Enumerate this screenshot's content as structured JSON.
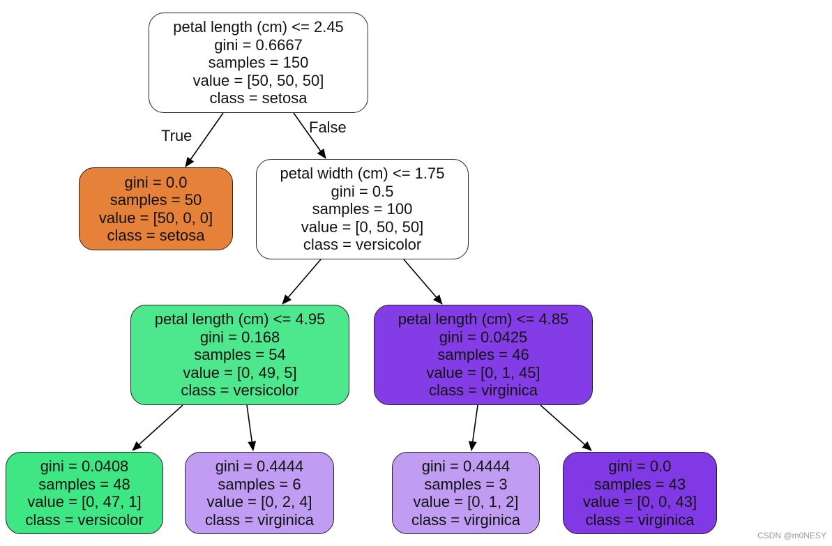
{
  "tree": {
    "nodes": [
      {
        "id": "root",
        "lines": [
          "petal length (cm) <= 2.45",
          "gini = 0.6667",
          "samples = 150",
          "value = [50, 50, 50]",
          "class = setosa"
        ],
        "fill": "#ffffff"
      },
      {
        "id": "n1",
        "lines": [
          "gini = 0.0",
          "samples = 50",
          "value = [50, 0, 0]",
          "class = setosa"
        ],
        "fill": "#e58139"
      },
      {
        "id": "n2",
        "lines": [
          "petal width (cm) <= 1.75",
          "gini = 0.5",
          "samples = 100",
          "value = [0, 50, 50]",
          "class = versicolor"
        ],
        "fill": "#ffffff"
      },
      {
        "id": "n3",
        "lines": [
          "petal length (cm) <= 4.95",
          "gini = 0.168",
          "samples = 54",
          "value = [0, 49, 5]",
          "class = versicolor"
        ],
        "fill": "#4de88e"
      },
      {
        "id": "n4",
        "lines": [
          "petal length (cm) <= 4.85",
          "gini = 0.0425",
          "samples = 46",
          "value = [0, 1, 45]",
          "class = virginica"
        ],
        "fill": "#843de6"
      },
      {
        "id": "n5",
        "lines": [
          "gini = 0.0408",
          "samples = 48",
          "value = [0, 47, 1]",
          "class = versicolor"
        ],
        "fill": "#3ee684"
      },
      {
        "id": "n6",
        "lines": [
          "gini = 0.4444",
          "samples = 6",
          "value = [0, 2, 4]",
          "class = virginica"
        ],
        "fill": "#c09cf2"
      },
      {
        "id": "n7",
        "lines": [
          "gini = 0.4444",
          "samples = 3",
          "value = [0, 1, 2]",
          "class = virginica"
        ],
        "fill": "#c09cf2"
      },
      {
        "id": "n8",
        "lines": [
          "gini = 0.0",
          "samples = 43",
          "value = [0, 0, 43]",
          "class = virginica"
        ],
        "fill": "#8139e5"
      }
    ],
    "edges": [
      {
        "from": "root",
        "to": "n1",
        "label": "True"
      },
      {
        "from": "root",
        "to": "n2",
        "label": "False"
      },
      {
        "from": "n2",
        "to": "n3"
      },
      {
        "from": "n2",
        "to": "n4"
      },
      {
        "from": "n3",
        "to": "n5"
      },
      {
        "from": "n3",
        "to": "n6"
      },
      {
        "from": "n4",
        "to": "n7"
      },
      {
        "from": "n4",
        "to": "n8"
      }
    ]
  },
  "watermark": "CSDN @m0NESY"
}
